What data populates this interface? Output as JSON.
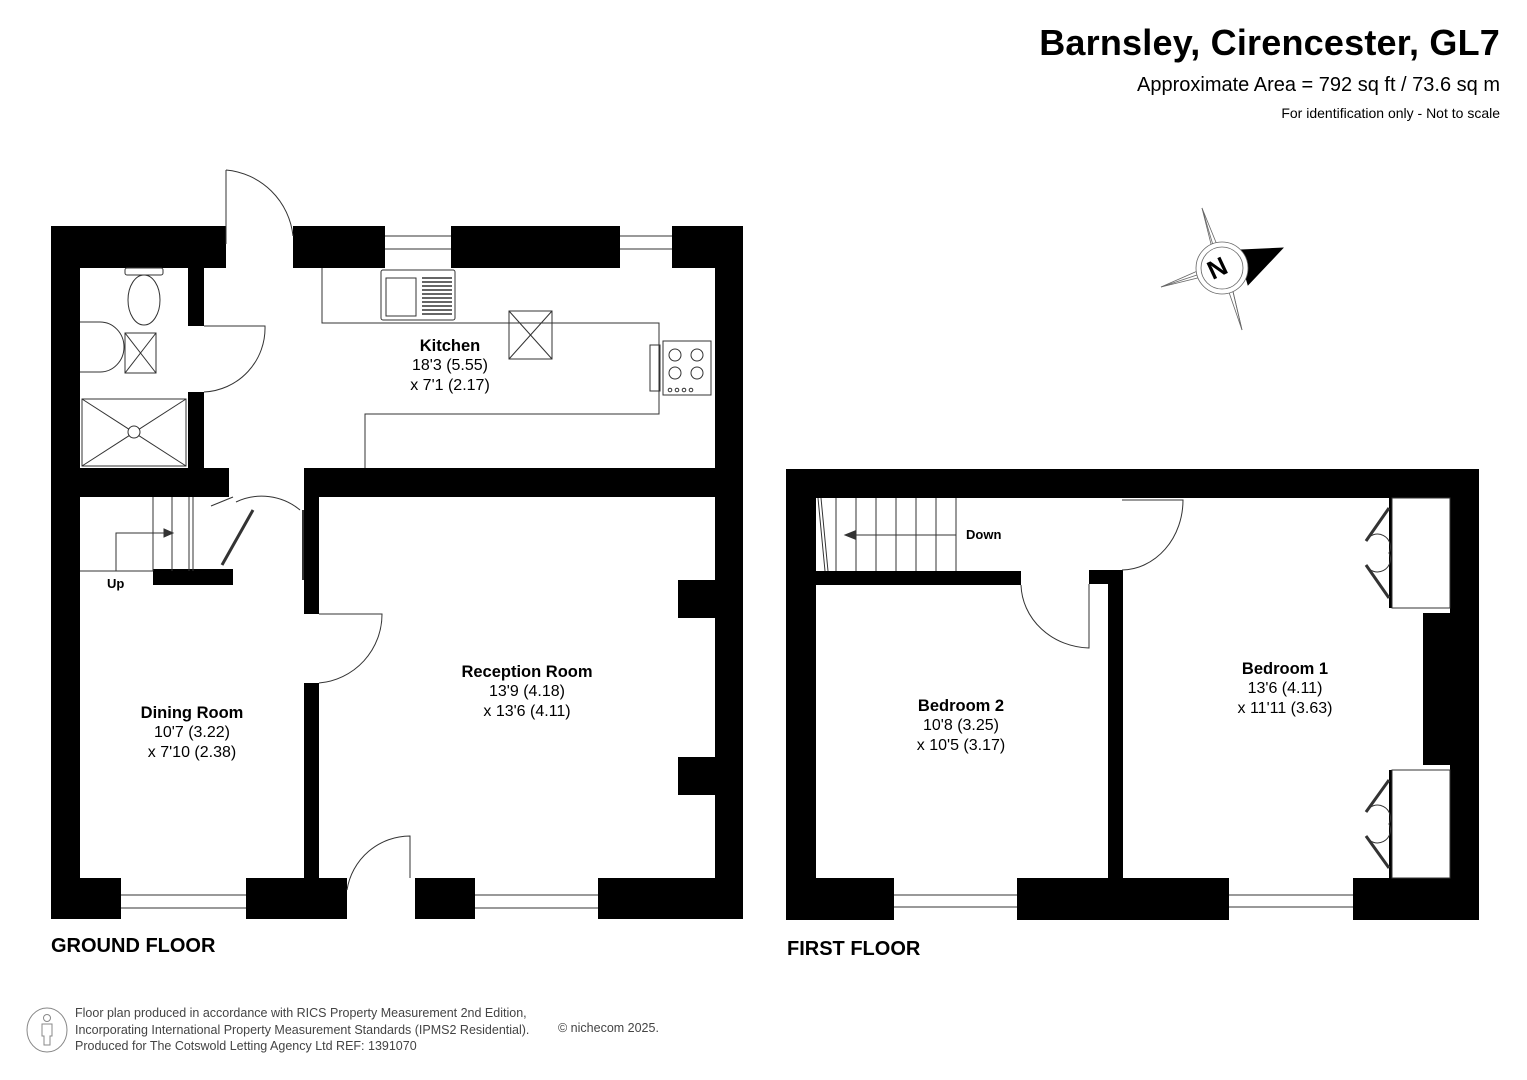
{
  "header": {
    "title": "Barnsley, Cirencester, GL7",
    "area": "Approximate Area = 792 sq ft / 73.6 sq m",
    "note": "For identification only - Not to scale"
  },
  "compass": {
    "icon": "north-compass-icon",
    "label": "N"
  },
  "floors": [
    {
      "label": "GROUND FLOOR",
      "stairs_label": "Up",
      "rooms": [
        {
          "name": "Kitchen",
          "dim1": "18'3 (5.55)",
          "dim2": "x 7'1 (2.17)"
        },
        {
          "name": "Dining Room",
          "dim1": "10'7 (3.22)",
          "dim2": "x 7'10 (2.38)"
        },
        {
          "name": "Reception Room",
          "dim1": "13'9 (4.18)",
          "dim2": "x 13'6 (4.11)"
        }
      ]
    },
    {
      "label": "FIRST FLOOR",
      "stairs_label": "Down",
      "rooms": [
        {
          "name": "Bedroom 2",
          "dim1": "10'8 (3.25)",
          "dim2": "x 10'5 (3.17)"
        },
        {
          "name": "Bedroom 1",
          "dim1": "13'6 (4.11)",
          "dim2": "x 11'11 (3.63)"
        }
      ]
    }
  ],
  "footer": {
    "line1": "Floor plan produced in accordance with RICS Property Measurement 2nd Edition,",
    "line2": "Incorporating International Property Measurement Standards (IPMS2 Residential).",
    "line3": "Produced for The Cotswold Letting Agency Ltd  REF: 1391070",
    "copyright": "© nichecom 2025."
  },
  "colors": {
    "wall": "#000000",
    "background": "#ffffff",
    "line": "#333333",
    "footer_text": "#444444"
  }
}
